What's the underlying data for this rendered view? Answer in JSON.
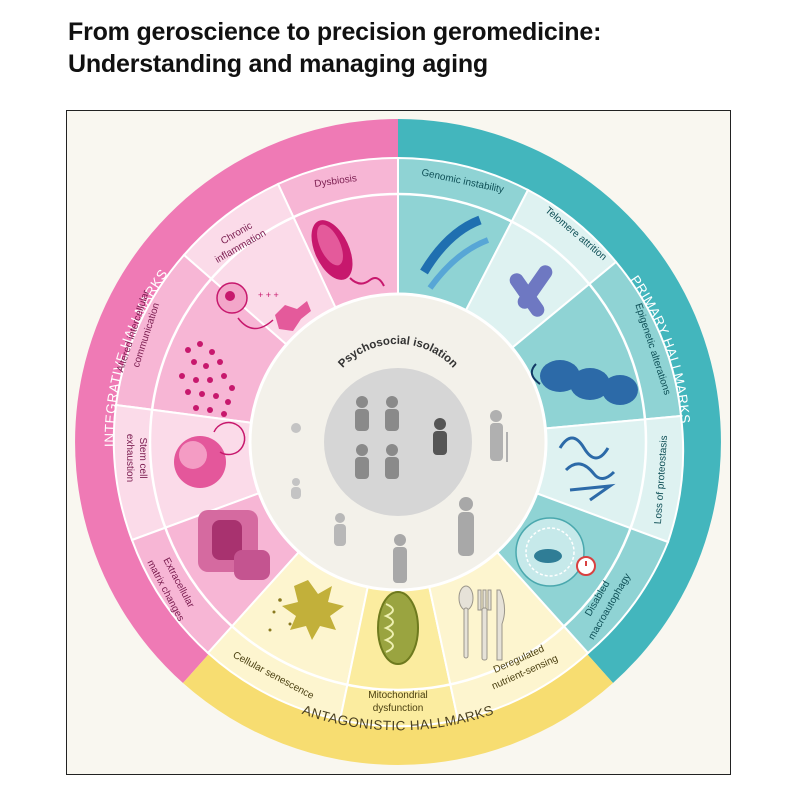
{
  "header": {
    "title_line1": "From geroscience to precision geromedicine:",
    "title_line2": "Understanding and managing aging"
  },
  "categories": {
    "integrative": "INTEGRATIVE HALLMARKS",
    "primary": "PRIMARY HALLMARKS",
    "antagonistic": "ANTAGONISTIC HALLMARKS"
  },
  "hallmarks": {
    "dysbiosis": "Dysbiosis",
    "genomic_instability": "Genomic instability",
    "telomere_attrition": "Telomere attrition",
    "epigenetic_alterations": "Epigenetic alterations",
    "loss_of_proteostasis": "Loss of proteostasis",
    "disabled_macroautophagy_1": "Disabled",
    "disabled_macroautophagy_2": "macroautophagy",
    "deregulated_nutrient_1": "Deregulated",
    "deregulated_nutrient_2": "nutrient-sensing",
    "mitochondrial_1": "Mitochondrial",
    "mitochondrial_2": "dysfunction",
    "cellular_senescence": "Cellular senescence",
    "ecm_1": "Extracellular",
    "ecm_2": "matrix changes",
    "stem_cell_1": "Stem cell",
    "stem_cell_2": "exhaustion",
    "intercellular_1": "Altered intercellular",
    "intercellular_2": "communication",
    "inflammation_1": "Chronic",
    "inflammation_2": "inflammation"
  },
  "center": {
    "label": "Psychosocial isolation"
  },
  "colors": {
    "pink_outer": "#ef7ab5",
    "pink_mid": "#f7b6d5",
    "pink_light": "#fbdbe9",
    "teal_outer": "#43b6bd",
    "teal_mid": "#8fd3d4",
    "teal_light": "#def2f1",
    "yellow_outer": "#f7dd71",
    "yellow_mid": "#fbec9f",
    "yellow_light": "#fdf5cf",
    "background": "#f9f7f0"
  }
}
